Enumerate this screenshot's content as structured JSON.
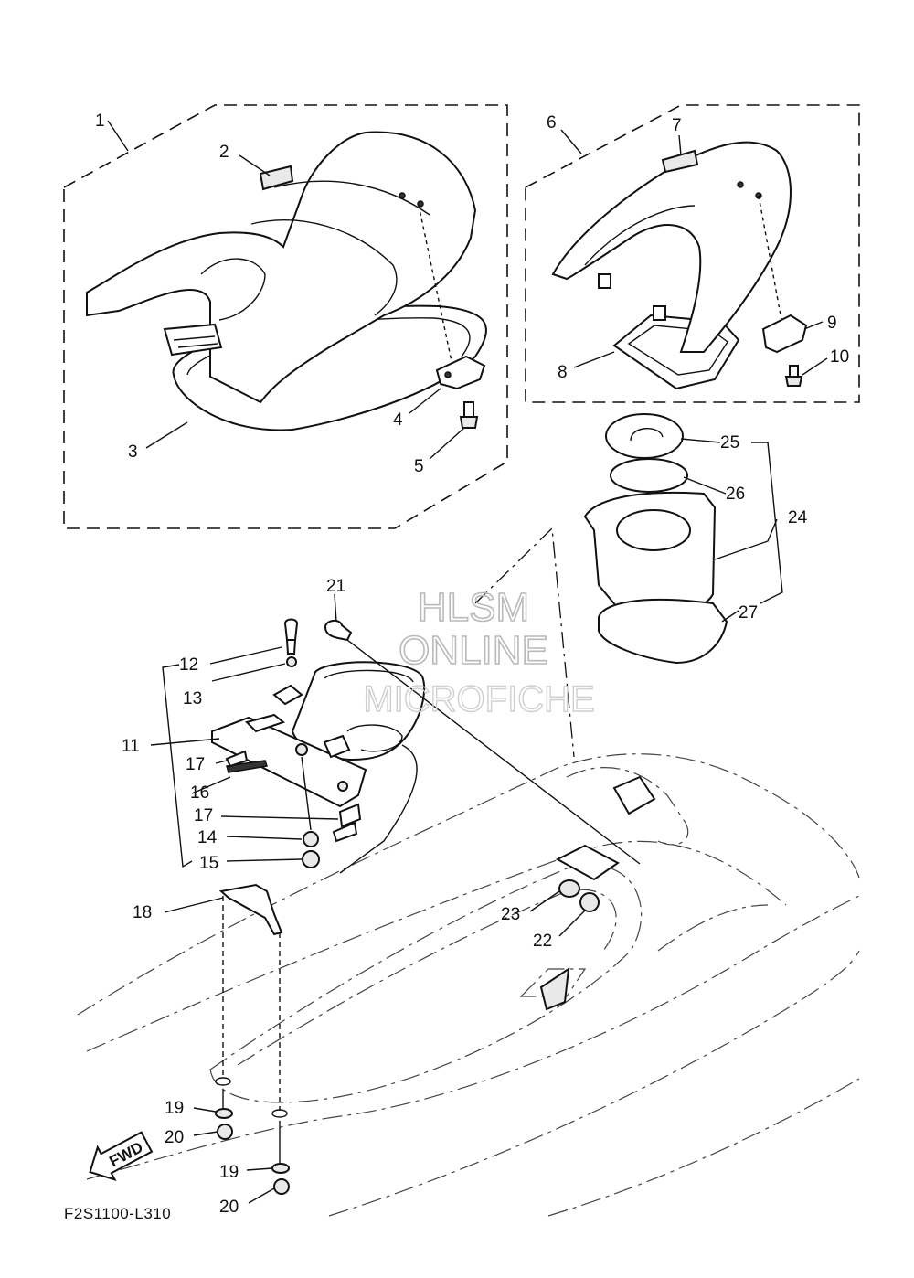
{
  "diagram": {
    "callouts": [
      "1",
      "2",
      "3",
      "4",
      "5",
      "6",
      "7",
      "8",
      "9",
      "10",
      "11",
      "12",
      "13",
      "14",
      "15",
      "16",
      "17",
      "17",
      "18",
      "19",
      "19",
      "20",
      "20",
      "21",
      "22",
      "23",
      "24",
      "25",
      "26",
      "27"
    ],
    "watermark": [
      "HLSM",
      "ONLINE",
      "MICROFICHE"
    ],
    "fwd_label": "FWD",
    "drawing_code": "F2S1100-L310"
  }
}
